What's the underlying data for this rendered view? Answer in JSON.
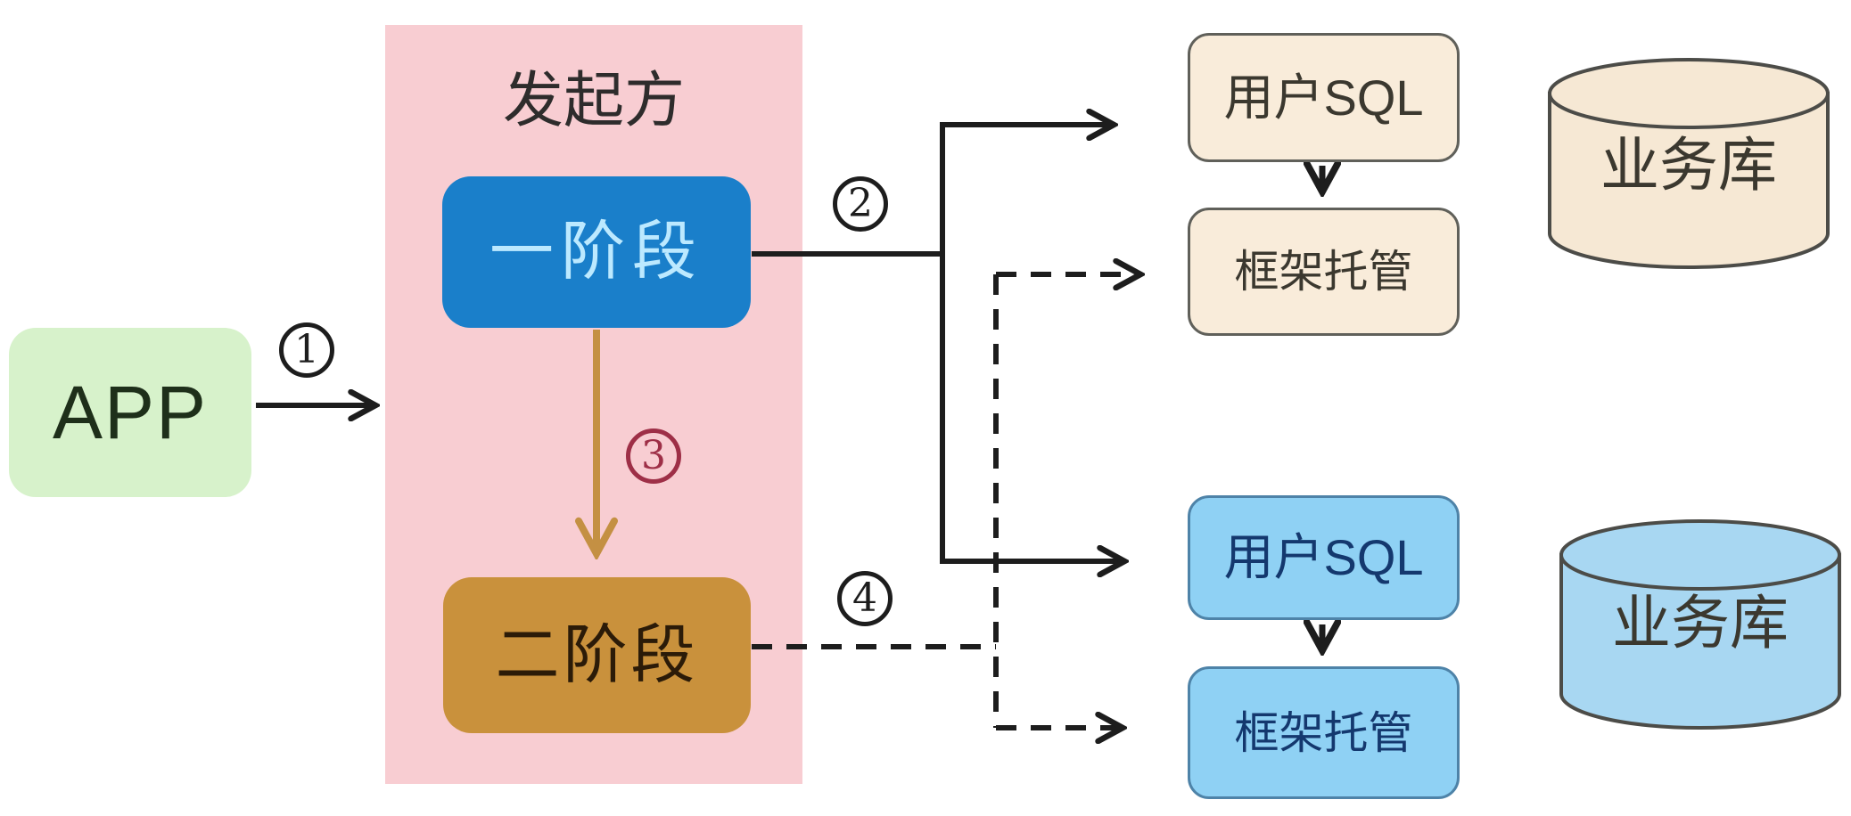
{
  "app": {
    "label": "APP"
  },
  "initiator": {
    "title": "发起方",
    "phase1_label": "一阶段",
    "phase2_label": "二阶段"
  },
  "steps": {
    "s1": "1",
    "s2": "2",
    "s3": "3",
    "s4": "4"
  },
  "top_branch": {
    "user_sql": "用户SQL",
    "framework": "框架托管",
    "database": "业务库"
  },
  "bottom_branch": {
    "user_sql": "用户SQL",
    "framework": "框架托管",
    "database": "业务库"
  },
  "colors": {
    "app_fill": "#d7f2cb",
    "app_text": "#1e2f1a",
    "initiator_fill": "#f8cdd2",
    "initiator_title_text": "#2e2c2c",
    "phase1_fill": "#1a7fca",
    "phase1_text": "#bce9ff",
    "phase2_fill": "#c9913c",
    "phase2_text": "#2b1b08",
    "arrow3_color": "#c49043",
    "step3_color": "#9e2f47",
    "line_color": "#1d1d1d",
    "cream_fill": "#f9ecda",
    "cream_border": "#60605a",
    "cream_text": "#3b382f",
    "blue_fill": "#8fd1f4",
    "blue_border": "#4e83a8",
    "blue_text": "#14386e",
    "cream_cylinder_fill": "#f6e8d4",
    "blue_cylinder_fill": "#a8d7f2",
    "cylinder_border": "#4c4c48"
  }
}
